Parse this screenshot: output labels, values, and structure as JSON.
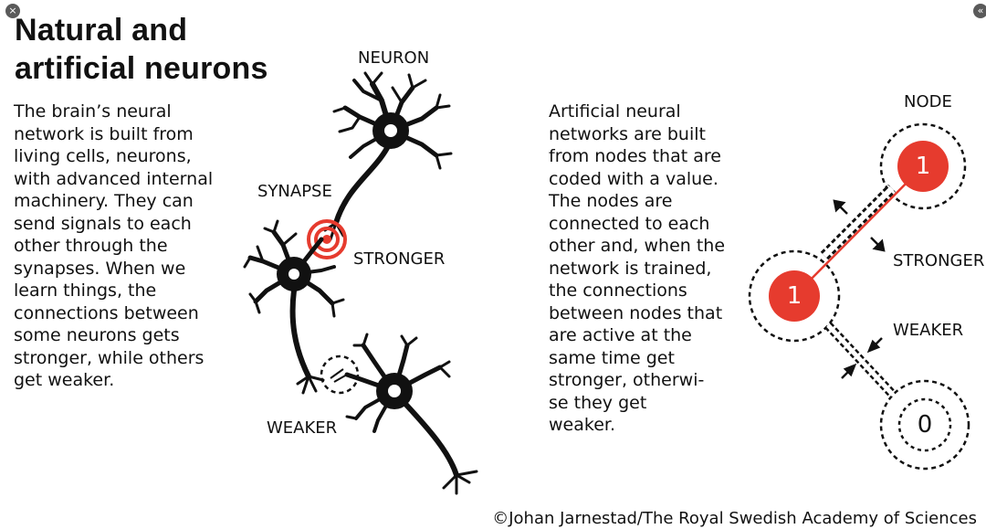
{
  "title": {
    "line1": "Natural and",
    "line2": "artificial neurons"
  },
  "left_text": [
    "The brain’s neural",
    "network is built from",
    "living cells, neurons,",
    "with advanced internal",
    "machinery. They can",
    "send signals to each",
    "other through the",
    "synapses. When we",
    "learn things, the",
    "connections between",
    "some neurons gets",
    "stronger, while others",
    "get weaker."
  ],
  "right_text": [
    "Artificial neural",
    "networks are built",
    "from nodes that are",
    "coded with a value.",
    "The nodes are",
    "connected to each",
    "other and, when the",
    "network is trained,",
    "the connections",
    "between nodes that",
    "are active at the",
    "same time get",
    "stronger, otherwi-",
    "se they get",
    "weaker."
  ],
  "neuron_diagram": {
    "neuron_label": "NEURON",
    "synapse_label": "SYNAPSE",
    "stronger_label": "STRONGER",
    "weaker_label": "WEAKER"
  },
  "node_diagram": {
    "node_label": "NODE",
    "stronger_label": "STRONGER",
    "weaker_label": "WEAKER",
    "node_top_value": "1",
    "node_middle_value": "1",
    "node_bottom_value": "0"
  },
  "credit": "©Johan Jarnestad/The Royal Swedish Academy of Sciences",
  "controls": {
    "close_glyph": "×",
    "collapse_glyph": "«"
  },
  "colors": {
    "accent_red": "#e63b2e",
    "ink": "#111111"
  }
}
